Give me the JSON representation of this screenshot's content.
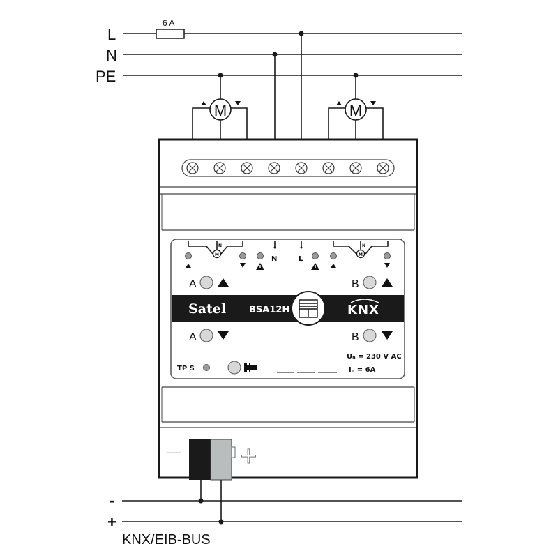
{
  "supply": {
    "lines": [
      {
        "label": "L"
      },
      {
        "label": "N"
      },
      {
        "label": "PE"
      }
    ],
    "fuse_label": "6 A"
  },
  "motors": [
    {
      "label": "M"
    },
    {
      "label": "M"
    }
  ],
  "device": {
    "brand": "Satel",
    "model": "BSA12H",
    "standard": "KNX",
    "terminal_labels": {
      "n": "N",
      "l": "L",
      "motor_n": "N",
      "motor": "M"
    },
    "channels": [
      {
        "label": "A"
      },
      {
        "label": "B"
      }
    ],
    "tps_label": "TP S",
    "rating_voltage": "Uₙ = 230 V AC",
    "rating_current": "Iₙ = 6A",
    "bus_minus": "−",
    "bus_plus": "+"
  },
  "bus": {
    "minus_label": "-",
    "plus_label": "+",
    "name": "KNX/EIB-BUS"
  },
  "colors": {
    "line": "#1a1a1a",
    "led": "#9a9a9a",
    "button": "#d8d8d8",
    "connector_plus": "#b9bdbd",
    "band": "#1a1a1a"
  }
}
